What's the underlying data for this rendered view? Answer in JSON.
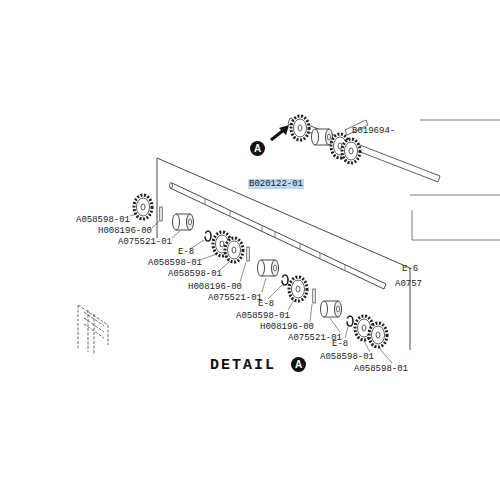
{
  "diagram": {
    "title": "DETAIL",
    "labels": [
      "B019694-",
      "A",
      "B020122-01",
      "A058598-01",
      "H008196-00",
      "A075521-01",
      "E-8",
      "A058598-01",
      "A058598-01",
      "H008196-00",
      "A075521-01",
      "E-8",
      "A058598-01",
      "H008196-00",
      "A075521-01",
      "E-8",
      "A058598-01",
      "A058598-01",
      "E-6",
      "A0757",
      "A"
    ]
  }
}
